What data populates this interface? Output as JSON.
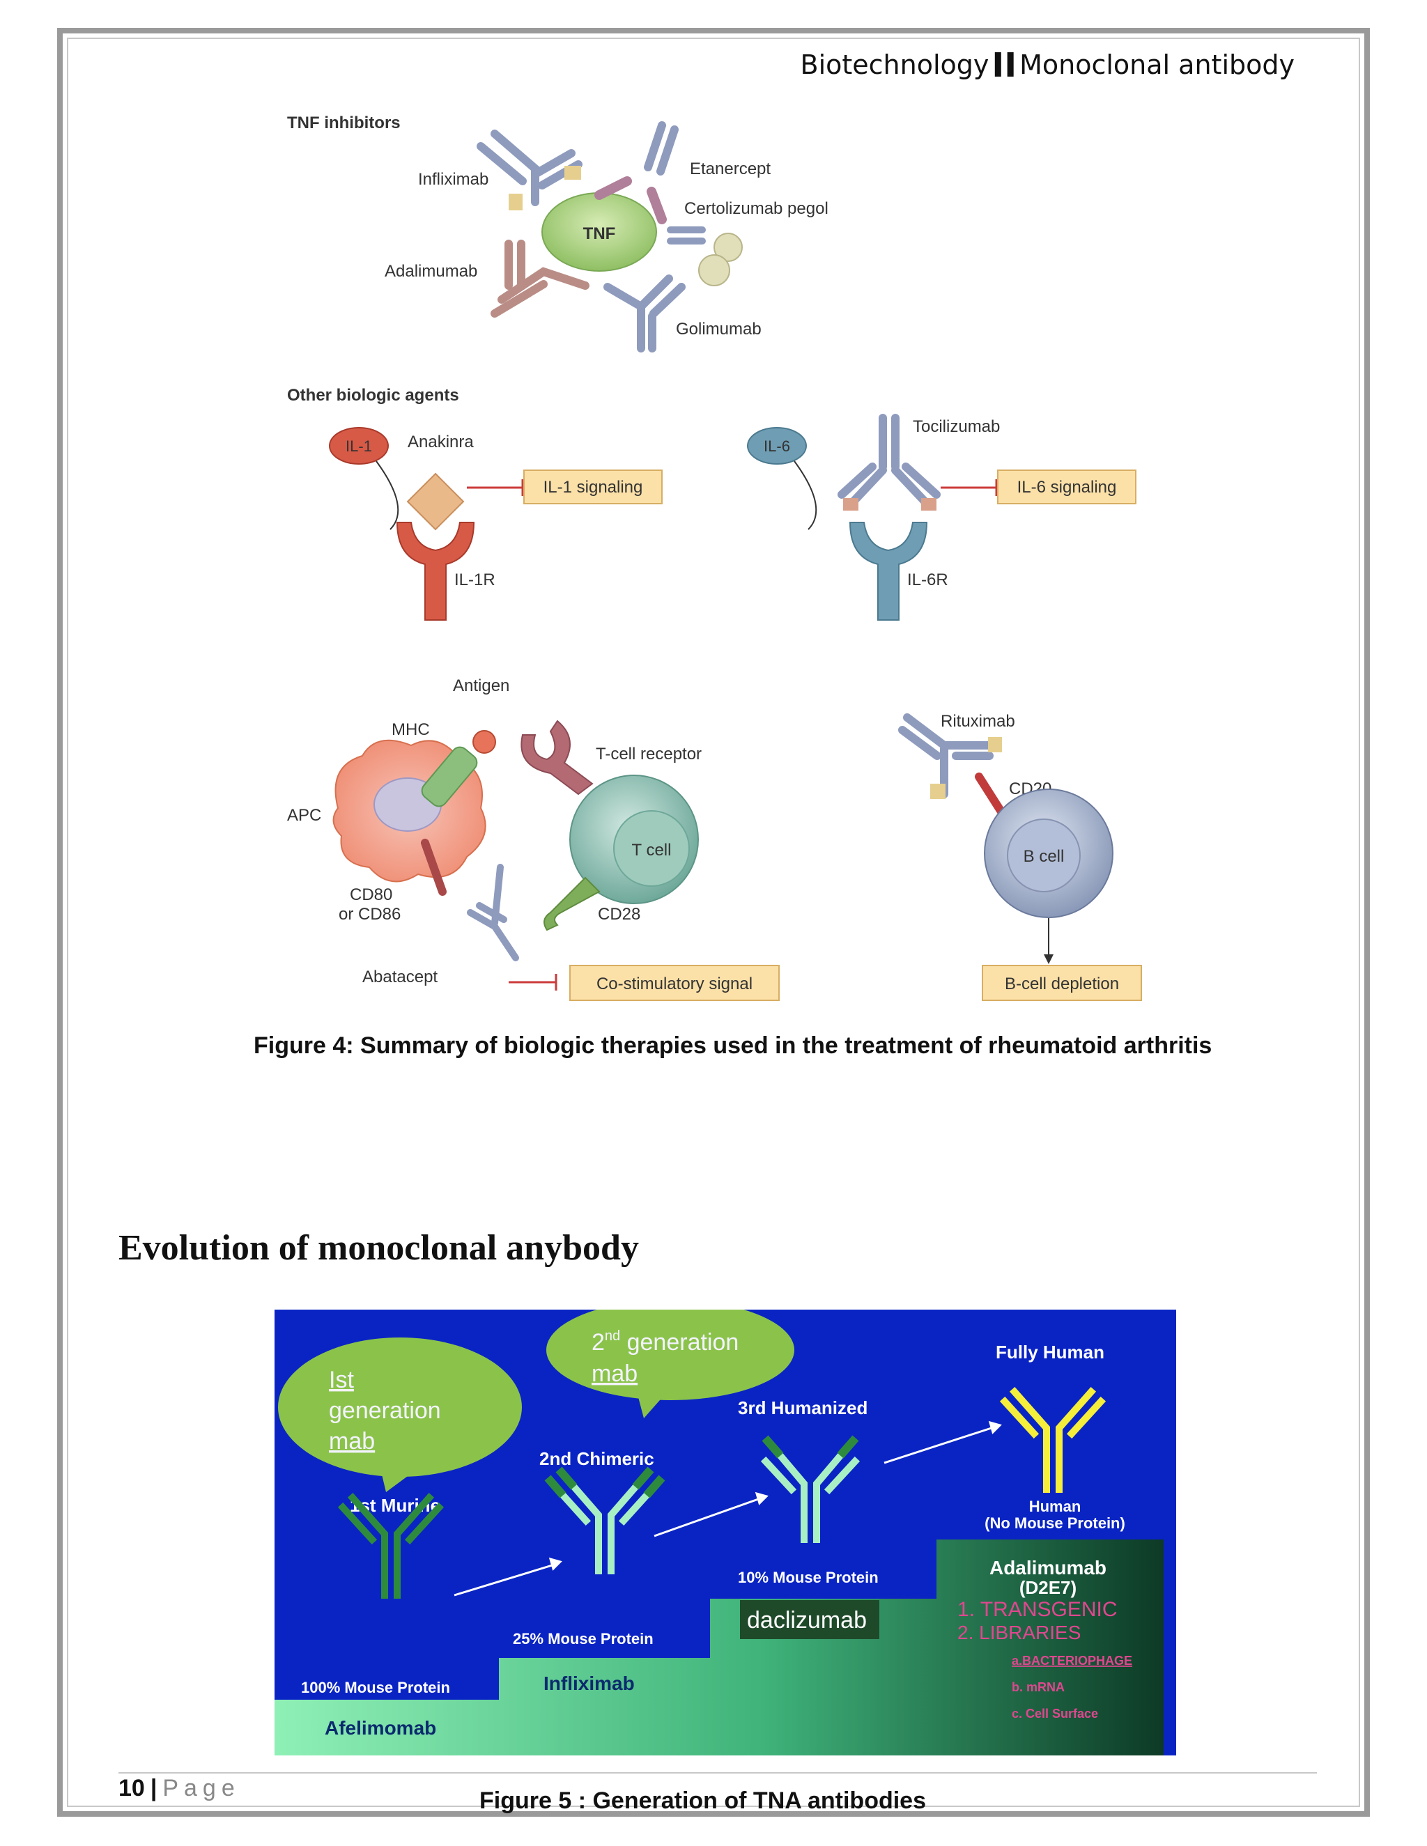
{
  "header": {
    "left": "Biotechnology",
    "separator": "II",
    "right": "Monoclonal antibody"
  },
  "figure4": {
    "tnf": {
      "heading": "TNF inhibitors",
      "center": "TNF",
      "infliximab": "Infliximab",
      "etanercept": "Etanercept",
      "certolizumab": "Certolizumab pegol",
      "adalimumab": "Adalimumab",
      "golimumab": "Golimumab"
    },
    "other": {
      "heading": "Other biologic agents",
      "il1": "IL-1",
      "anakinra": "Anakinra",
      "il1_signaling": "IL-1 signaling",
      "il1r": "IL-1R",
      "il6": "IL-6",
      "tocilizumab": "Tocilizumab",
      "il6_signaling": "IL-6 signaling",
      "il6r": "IL-6R"
    },
    "costim": {
      "antigen": "Antigen",
      "mhc": "MHC",
      "apc": "APC",
      "cd80": "CD80",
      "cd86": "or CD86",
      "tcr": "T-cell receptor",
      "tcell": "T cell",
      "cd28": "CD28",
      "abatacept": "Abatacept",
      "costim_signal": "Co-stimulatory signal"
    },
    "bcell": {
      "rituximab": "Rituximab",
      "cd20": "CD20",
      "bcell": "B cell",
      "depletion": "B-cell depletion"
    },
    "caption": "Figure 4: Summary of biologic therapies used in the treatment of rheumatoid arthritis"
  },
  "section_title": "Evolution of monoclonal anybody",
  "figure5": {
    "bubble1": [
      "Ist",
      "generation",
      "mab"
    ],
    "bubble2_pre": "2",
    "bubble2_sup": "nd",
    "bubble2_line1": " generation",
    "bubble2_line2": "mab",
    "murine": "1st Murine",
    "chimeric": "2nd Chimeric",
    "humanized": "3rd Humanized",
    "fully_human": "Fully Human",
    "human": "Human",
    "no_mouse": "(No Mouse Protein)",
    "p100": "100% Mouse Protein",
    "p25": "25% Mouse Protein",
    "p10": "10% Mouse Protein",
    "afelimomab": "Afelimomab",
    "infliximab": "Infliximab",
    "daclizumab": "daclizumab",
    "adalimumab": "Adalimumab",
    "d2e7": "(D2E7)",
    "transgenic": "1. TRANSGENIC",
    "libraries": "2. LIBRARIES",
    "bacteriophage": "a.BACTERIOPHAGE",
    "mrna": "b. mRNA",
    "cell_surface": "c. Cell Surface",
    "caption": "Figure 5 : Generation of TNA antibodies"
  },
  "footer": {
    "page_number": "10",
    "bar": "|",
    "page_word": "Page"
  }
}
